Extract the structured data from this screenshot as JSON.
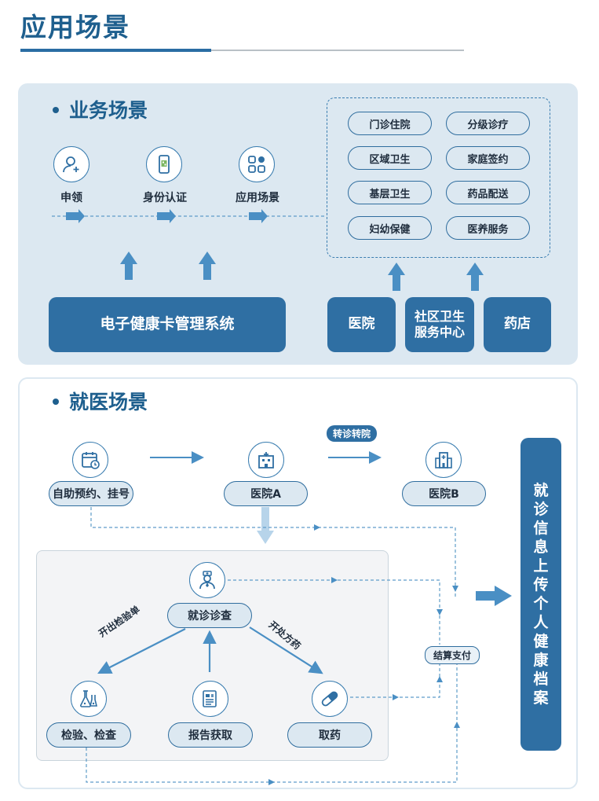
{
  "page_title": "应用场景",
  "business": {
    "title": "业务场景",
    "steps": [
      {
        "label": "申领",
        "icon": "user-add-icon"
      },
      {
        "label": "身份认证",
        "icon": "phone-qr-icon"
      },
      {
        "label": "应用场景",
        "icon": "apps-grid-icon"
      }
    ],
    "services": [
      "门诊住院",
      "分级诊疗",
      "区域卫生",
      "家庭签约",
      "基层卫生",
      "药品配送",
      "妇幼保健",
      "医养服务"
    ],
    "system_label": "电子健康卡管理系统",
    "providers": [
      "医院",
      "社区卫生\n服务中心",
      "药店"
    ]
  },
  "medical": {
    "title": "就医场景",
    "self_booking": "自助预约、挂号",
    "hospital_a": "医院A",
    "hospital_b": "医院B",
    "transfer_tag": "转诊转院",
    "consult": "就诊诊查",
    "exam_order": "开出检验单",
    "prescribe": "开处方药",
    "exam": "检验、检查",
    "report": "报告获取",
    "medicine": "取药",
    "payment": "结算支付",
    "upload": "就诊信息上传个人健康档案"
  },
  "colors": {
    "brand": "#1e5f8e",
    "panel": "#dce8f1",
    "box": "#2f6fa3",
    "arrow": "#5f9cc9"
  }
}
